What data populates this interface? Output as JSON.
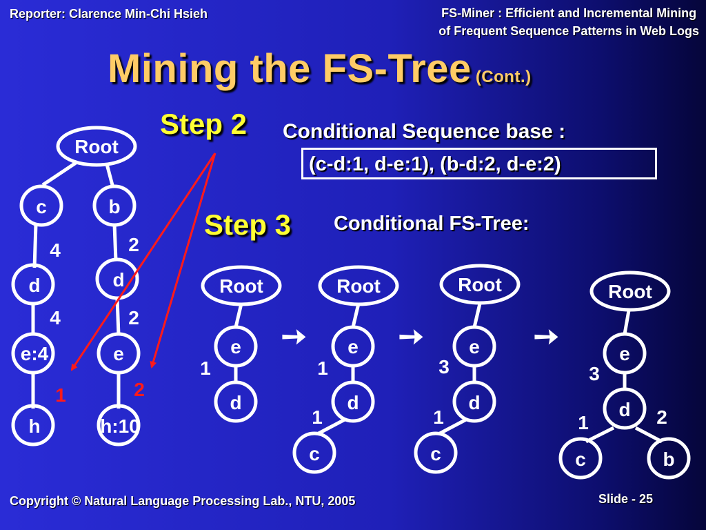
{
  "header": {
    "reporter": "Reporter: Clarence Min-Chi Hsieh",
    "paper_title_line1": "FS-Miner : Efficient and Incremental Mining",
    "paper_title_line2": "of Frequent Sequence Patterns in Web Logs"
  },
  "title": "Mining the FS-Tree",
  "title_suffix": "(Cont.)",
  "step2": {
    "label": "Step 2",
    "caption": "Conditional Sequence base :",
    "value": "(c-d:1, d-e:1), (b-d:2, d-e:2)"
  },
  "step3": {
    "label": "Step 3",
    "caption": "Conditional FS-Tree:"
  },
  "main_tree": {
    "root": "Root",
    "c": "c",
    "b": "b",
    "d_left": "d",
    "d_right": "d",
    "e_left": "e:4",
    "e_right": "e",
    "h_left": "h",
    "h_right": "h:10",
    "w_c_d": "4",
    "w_d_e_left": "4",
    "w_b_d": "2",
    "w_d_e_right": "2",
    "w_e_h_left": "1",
    "w_e_h_right": "2"
  },
  "cond_trees": [
    {
      "root": "Root",
      "e": "e",
      "d": "d",
      "w_e": "1"
    },
    {
      "root": "Root",
      "e": "e",
      "d": "d",
      "c": "c",
      "w_e": "1",
      "w_c": "1"
    },
    {
      "root": "Root",
      "e": "e",
      "d": "d",
      "c": "c",
      "w_e": "3",
      "w_c": "1"
    },
    {
      "root": "Root",
      "e": "e",
      "d": "d",
      "c": "c",
      "b": "b",
      "w_e": "3",
      "w_c": "1",
      "w_b": "2"
    }
  ],
  "arrow_glyph": "➙",
  "footer": {
    "copyright": "Copyright © Natural Language Processing Lab., NTU,  2005",
    "slide": "Slide - 25"
  },
  "colors": {
    "title": "#ffcc66",
    "step": "#ffff33",
    "highlight": "#ff1a1a"
  }
}
